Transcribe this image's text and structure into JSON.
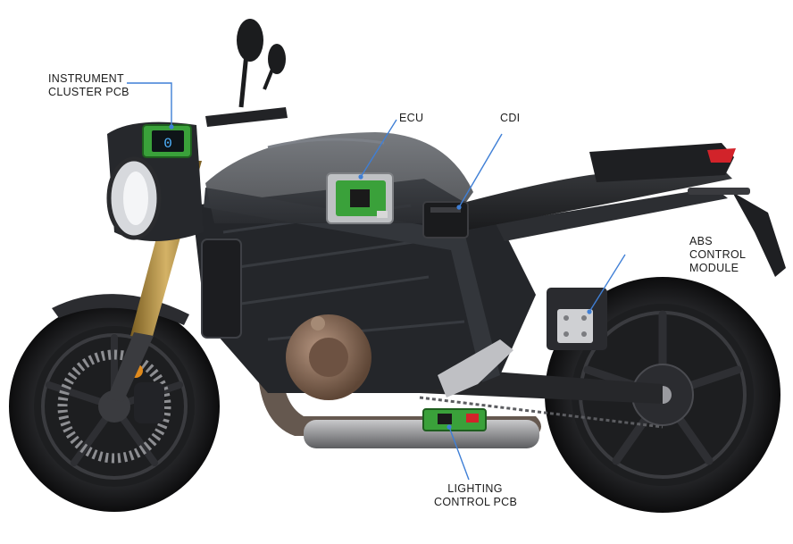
{
  "diagram": {
    "labels": {
      "instrument_cluster": {
        "line1": "INSTRUMENT",
        "line2": "CLUSTER PCB"
      },
      "ecu": {
        "text": "ECU"
      },
      "cdi": {
        "text": "CDI"
      },
      "abs": {
        "line1": "ABS",
        "line2": "CONTROL",
        "line3": "MODULE"
      },
      "lighting": {
        "line1": "LIGHTING",
        "line2": "CONTROL PCB"
      }
    },
    "dash_readout": "0",
    "colors": {
      "leader": "#3f7fd6",
      "pcb_green": "#3aa13a",
      "frame": "#2a2c30",
      "tank": "#3c3f44",
      "tire": "#111214",
      "fork_gold": "#b08a3a",
      "engine_bronze": "#8a6a55",
      "tail_red": "#d2232a"
    }
  }
}
